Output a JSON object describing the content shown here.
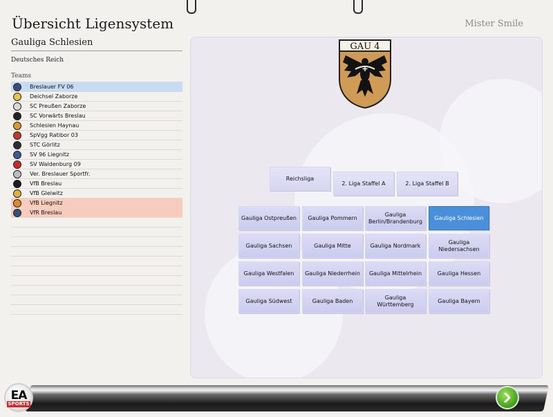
{
  "header": {
    "title": "Übersicht Ligensystem",
    "user": "Mister Smile"
  },
  "league": {
    "name": "Gauliga Schlesien",
    "country": "Deutsches Reich",
    "teams_label": "Teams"
  },
  "emblem": {
    "text": "GAU 4"
  },
  "teams": [
    {
      "name": "Breslauer FV 06",
      "status": "selected",
      "crest_color": "#3b4d7a"
    },
    {
      "name": "Deichsel Zaborze",
      "status": "",
      "crest_color": "#e8c547"
    },
    {
      "name": "SC Preußen Zaborze",
      "status": "",
      "crest_color": "#d9d9d9"
    },
    {
      "name": "SC Vorwärts Breslau",
      "status": "",
      "crest_color": "#222222"
    },
    {
      "name": "Schlesien Haynau",
      "status": "",
      "crest_color": "#d99a2b"
    },
    {
      "name": "SpVgg Ratibor 03",
      "status": "",
      "crest_color": "#c0392b"
    },
    {
      "name": "STC Görlitz",
      "status": "",
      "crest_color": "#2d2d2d"
    },
    {
      "name": "SV 96 Liegnitz",
      "status": "",
      "crest_color": "#3d5a99"
    },
    {
      "name": "SV Waldenburg 09",
      "status": "",
      "crest_color": "#cc2a2a"
    },
    {
      "name": "Ver. Breslauer Sportfr.",
      "status": "",
      "crest_color": "#bdbdbd"
    },
    {
      "name": "VfB Breslau",
      "status": "",
      "crest_color": "#1c1c1c"
    },
    {
      "name": "VfB Gleiwitz",
      "status": "",
      "crest_color": "#e2b13c"
    },
    {
      "name": "VfB Liegnitz",
      "status": "relegated",
      "crest_color": "#e08a2b"
    },
    {
      "name": "VfR Breslau",
      "status": "relegated",
      "crest_color": "#34507e"
    }
  ],
  "league_buttons": {
    "top": [
      "Reichsliga",
      "2. Liga Staffel A",
      "2. Liga Staffel B"
    ],
    "grid": [
      "Gauliga Ostpreußen",
      "Gauliga Pommern",
      "Gauliga Berlin/Brandenburg",
      "Gauliga Schlesien",
      "Gauliga Sachsen",
      "Gauliga Mitte",
      "Gauliga Nordmark",
      "Gauliga Niedersachsen",
      "Gauliga Westfalen",
      "Gauliga Niederrhein",
      "Gauliga Mittelrhein",
      "Gauliga Hessen",
      "Gauliga Südwest",
      "Gauliga Baden",
      "Gauliga Württemberg",
      "Gauliga Bayern"
    ],
    "active": "Gauliga Schlesien"
  },
  "footer": {
    "logo_main": "EA",
    "logo_sub": "SPORTS",
    "next_icon": "chevron-right-icon"
  },
  "colors": {
    "selected": "#c6dcf4",
    "relegated": "#f8cbbd",
    "active_button": "#4a8fd9",
    "next": "#46a51c"
  }
}
